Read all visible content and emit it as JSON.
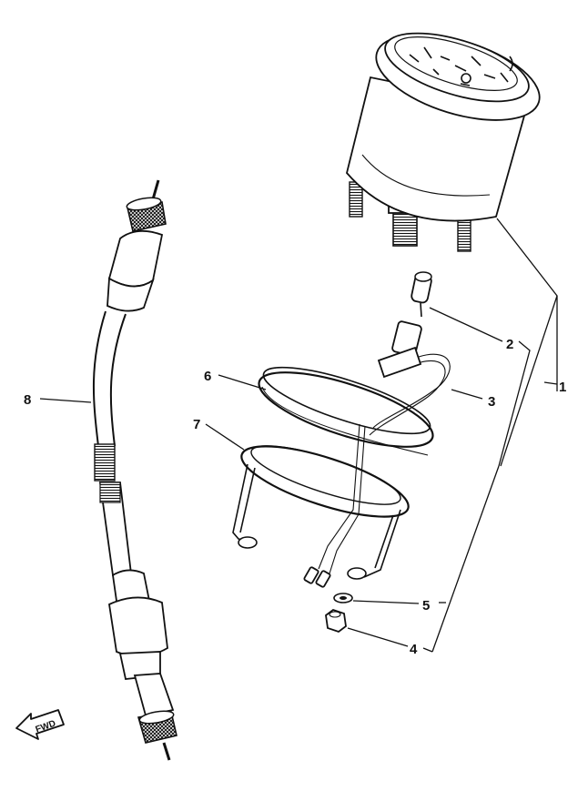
{
  "callouts": [
    {
      "number": "1"
    },
    {
      "number": "2"
    },
    {
      "number": "3"
    },
    {
      "number": "4"
    },
    {
      "number": "5"
    },
    {
      "number": "6"
    },
    {
      "number": "7"
    },
    {
      "number": "8"
    }
  ],
  "fwd_label": "FWD",
  "colors": {
    "ink": "#111111",
    "paper": "#ffffff"
  }
}
